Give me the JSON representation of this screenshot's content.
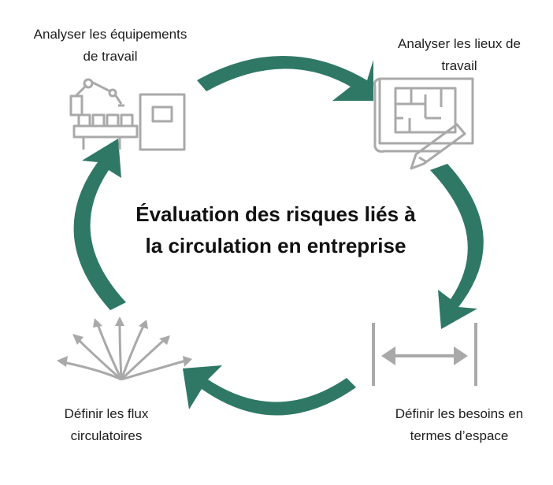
{
  "title_lines": [
    "Évaluation des risques liés à",
    "la circulation en entreprise"
  ],
  "steps": [
    {
      "lines": [
        "Analyser les équipements",
        "de travail"
      ],
      "icon": "robot-arm-machine-icon"
    },
    {
      "lines": [
        "Analyser les lieux de",
        "travail"
      ],
      "icon": "floor-plan-pencil-icon"
    },
    {
      "lines": [
        "Définir les besoins en",
        "termes d’espace"
      ],
      "icon": "width-measure-arrow-icon"
    },
    {
      "lines": [
        "Définir les flux",
        "circulatoires"
      ],
      "icon": "radiating-arrows-icon"
    }
  ],
  "colors": {
    "arrow": "#2f7866",
    "icon": "#a9a9a9",
    "text": "#1e1e1e"
  }
}
